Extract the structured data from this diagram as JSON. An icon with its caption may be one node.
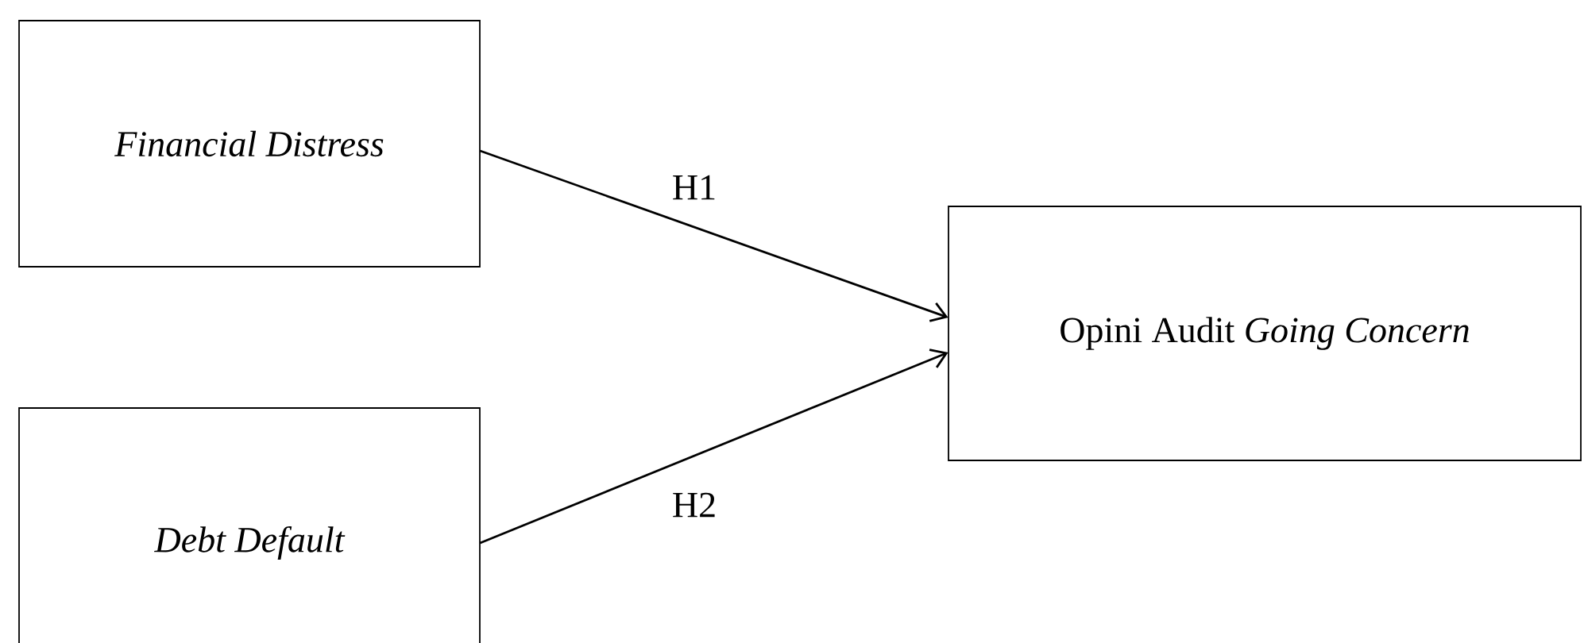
{
  "diagram": {
    "nodes": [
      {
        "text": [
          "Financial Distress"
        ]
      },
      {
        "text": [
          "Debt Default"
        ]
      },
      {
        "text": [
          "Opini Audit *Going Concern*"
        ]
      }
    ],
    "edges": [
      {
        "from": 0,
        "to": 2,
        "arrow": "to",
        "label": "H1"
      },
      {
        "from": 1,
        "to": 2,
        "arrow": "to",
        "label": "H2"
      }
    ]
  }
}
